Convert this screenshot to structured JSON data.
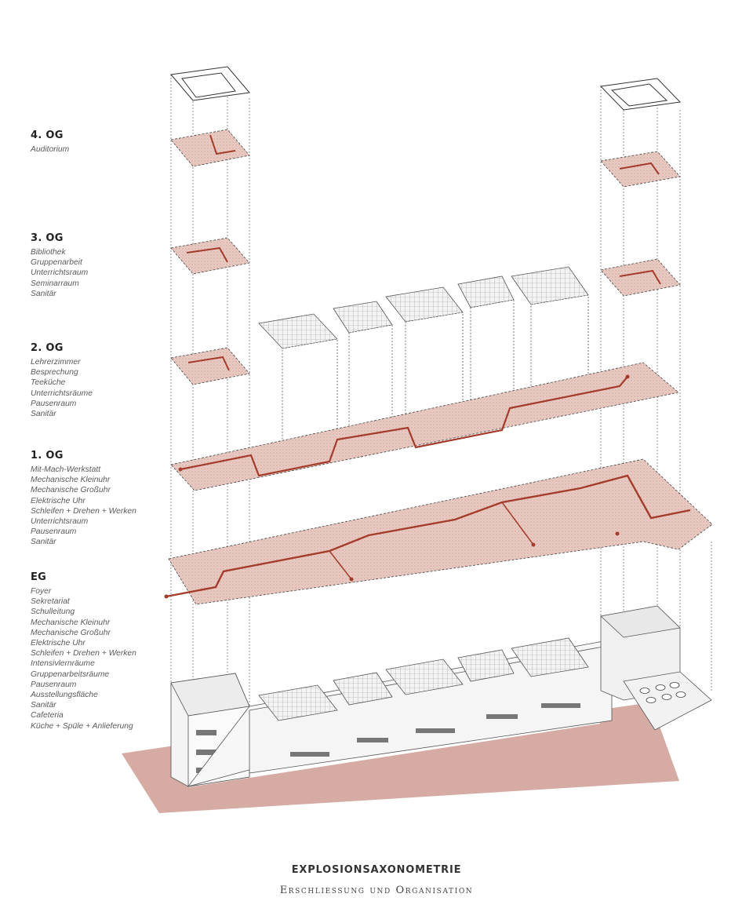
{
  "levels": [
    {
      "title": "4. OG",
      "rooms": [
        "Auditorium"
      ]
    },
    {
      "title": "3. OG",
      "rooms": [
        "Bibliothek",
        "Gruppenarbeit",
        "Unterrichtsraum",
        "Seminarraum",
        "Sanitär"
      ]
    },
    {
      "title": "2. OG",
      "rooms": [
        "Lehrerzimmer",
        "Besprechung",
        "Teeküche",
        "Unterrichtsräume",
        "Pausenraum",
        "Sanitär"
      ]
    },
    {
      "title": "1. OG",
      "rooms": [
        "Mit-Mach-Werkstatt",
        "Mechanische Kleinuhr",
        "Mechanische Großuhr",
        "Elektrische Uhr",
        "Schleifen + Drehen + Werken",
        "Unterrichtsraum",
        "Pausenraum",
        "Sanitär"
      ]
    },
    {
      "title": "EG",
      "rooms": [
        "Foyer",
        "Sekretariat",
        "Schulleitung",
        "Mechanische Kleinuhr",
        "Mechanische Großuhr",
        "Elektrische Uhr",
        "Schleifen + Drehen + Werken",
        "Intensivlernräume",
        "Gruppenarbeitsräume",
        "Pausenraum",
        "Ausstellungsfläche",
        "Sanitär",
        "Cafeteria",
        "Küche + Spüle + Anlieferung"
      ]
    }
  ],
  "caption": {
    "title": "EXPLOSIONSAXONOMETRIE",
    "subtitle": "Erschliessung und Organisation"
  },
  "colors": {
    "floor_fill": "#e6c6be",
    "circulation": "#a43c2c",
    "ground_plate": "#cf9c93",
    "line": "#555555"
  }
}
